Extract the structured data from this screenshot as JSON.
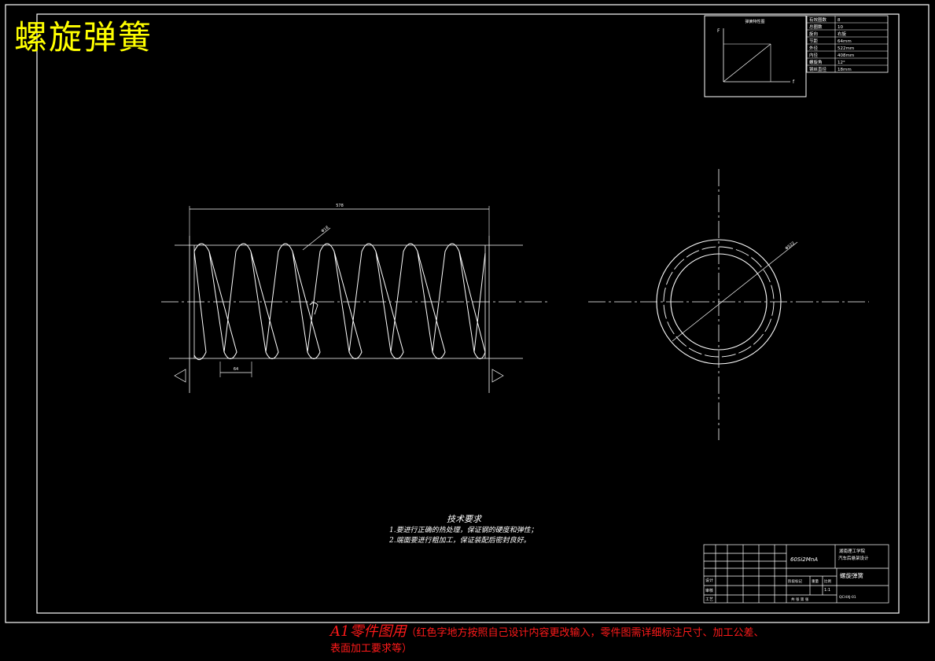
{
  "sheet_title": "螺旋弹簧",
  "chart_panel": {
    "title": "弹簧特性图",
    "y_label": "F",
    "x_label": "f"
  },
  "spring_params": [
    {
      "label": "有效圈数",
      "value": "8"
    },
    {
      "label": "总圈数",
      "value": "10"
    },
    {
      "label": "旋向",
      "value": "右旋"
    },
    {
      "label": "节距",
      "value": "64mm"
    },
    {
      "label": "外径",
      "value": "522mm"
    },
    {
      "label": "内径",
      "value": "408mm"
    },
    {
      "label": "螺旋角",
      "value": "12°"
    },
    {
      "label": "钢丝直径",
      "value": "18mm"
    }
  ],
  "dimensions": {
    "overall_length": "578",
    "pitch": "64",
    "wire_diameter": "Φ18",
    "outer_diameter": "Φ522"
  },
  "tech_requirements": {
    "title": "技术要求",
    "items": [
      "1.要进行正确的热处理，保证钢的硬度和弹性；",
      "2.端面要进行粗加工，保证装配后密封良好。"
    ]
  },
  "title_block": {
    "material": "60Si2MnA",
    "school": "湖南理工学院",
    "project": "汽车后悬架设计",
    "part_name": "螺旋弹簧",
    "drawing_no": "QCHXJ-01",
    "scale": "1:1",
    "labels": {
      "designer": "设计",
      "checker": "审核",
      "process": "工艺",
      "stage_mark": "阶段标记",
      "weight": "重量",
      "ratio": "比例",
      "sheet": "共 张 第 张"
    }
  },
  "footnote": {
    "lead": "A1零件图用",
    "text": "（红色字地方按照自己设计内容更改输入，零件图需详细标注尺寸、加工公差、表面加工要求等）"
  },
  "colors": {
    "background": "#000000",
    "lines": "#ffffff",
    "title": "#ffff00",
    "note": "#ff1a1a"
  }
}
